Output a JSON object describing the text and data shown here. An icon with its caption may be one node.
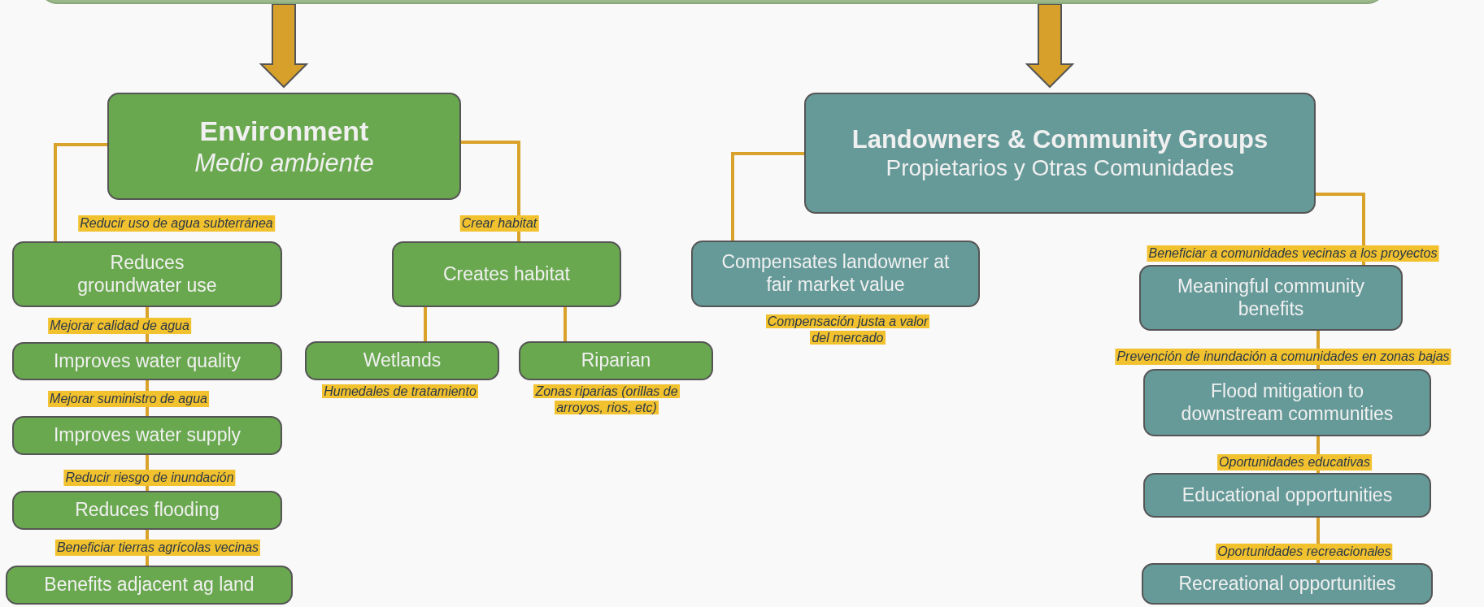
{
  "diagram": {
    "nodes": [
      {
        "text": [],
        "shape": "box"
      },
      {
        "text": [
          "Environment",
          "Medio ambiente"
        ]
      },
      {
        "text": [
          "Reduces groundwater use"
        ]
      },
      {
        "text": [
          "Improves water quality"
        ]
      },
      {
        "text": [
          "Improves water supply"
        ]
      },
      {
        "text": [
          "Reduces flooding"
        ]
      },
      {
        "text": [
          "Benefits adjacent ag land"
        ]
      },
      {
        "text": [
          "Creates habitat"
        ]
      },
      {
        "text": [
          "Wetlands"
        ],
        "beside": [
          "Humedales de tratamiento"
        ]
      },
      {
        "text": [
          "Riparian"
        ],
        "beside": [
          "Zonas riparias (orillas de arroyos, rios, etc)"
        ]
      },
      {
        "text": [
          "Landowners & Community Groups",
          "Propietarios y Otras Comunidades"
        ]
      },
      {
        "text": [
          "Compensates landowner at fair market value"
        ],
        "beside": [
          "Compensación justa a valor del mercado"
        ]
      },
      {
        "text": [
          "Meaningful community benefits"
        ]
      },
      {
        "text": [
          "Flood mitigation to downstream communities"
        ]
      },
      {
        "text": [
          "Educational opportunities"
        ]
      },
      {
        "text": [
          "Recreational opportunities"
        ]
      }
    ],
    "edges": [
      {
        "from": 0,
        "to": 1,
        "arrow": "to",
        "style": "thick"
      },
      {
        "from": 0,
        "to": 10,
        "arrow": "to",
        "style": "thick"
      },
      {
        "from": 1,
        "to": 2,
        "arrow": "none",
        "label": "Reducir uso de agua subterránea"
      },
      {
        "from": 1,
        "to": 7,
        "arrow": "none",
        "label": "Crear habitat"
      },
      {
        "from": 2,
        "to": 3,
        "arrow": "none",
        "label": "Mejorar calidad de agua"
      },
      {
        "from": 3,
        "to": 4,
        "arrow": "none",
        "label": "Mejorar suministro de agua"
      },
      {
        "from": 4,
        "to": 5,
        "arrow": "none",
        "label": "Reducir riesgo de inundación"
      },
      {
        "from": 5,
        "to": 6,
        "arrow": "none",
        "label": "Beneficiar tierras agrícolas vecinas"
      },
      {
        "from": 7,
        "to": 8,
        "arrow": "none"
      },
      {
        "from": 7,
        "to": 9,
        "arrow": "none"
      },
      {
        "from": 10,
        "to": 11,
        "arrow": "none"
      },
      {
        "from": 10,
        "to": 12,
        "arrow": "none",
        "label": "Beneficiar a comunidades vecinas a los proyectos"
      },
      {
        "from": 12,
        "to": 13,
        "arrow": "none",
        "label": "Prevención de inundación a comunidades en zonas bajas"
      },
      {
        "from": 13,
        "to": 14,
        "arrow": "none",
        "label": "Oportunidades educativas"
      },
      {
        "from": 14,
        "to": 15,
        "arrow": "none",
        "label": "Oportunidades recreacionales"
      }
    ]
  }
}
